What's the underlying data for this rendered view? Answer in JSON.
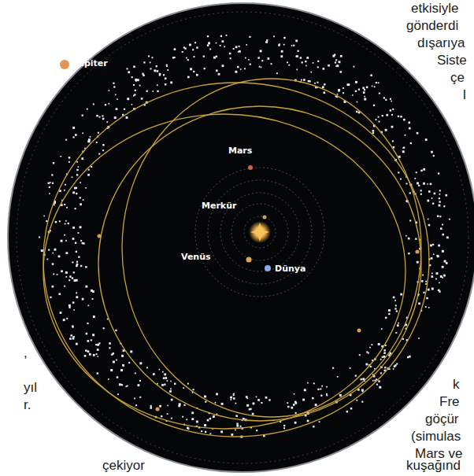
{
  "diagram": {
    "labels": [
      "Jüpiter",
      "Mars",
      "Merkür",
      "Venüs",
      "Dünya",
      "etkisiyle",
      "gönderdi",
      "dışarıya",
      "Siste",
      "çe",
      "l",
      "k",
      "Fre",
      "göçür",
      "(simulas",
      "Mars ve",
      "kuşağınd",
      ",",
      "yıl",
      "r.",
      "çekiyor"
    ]
  }
}
